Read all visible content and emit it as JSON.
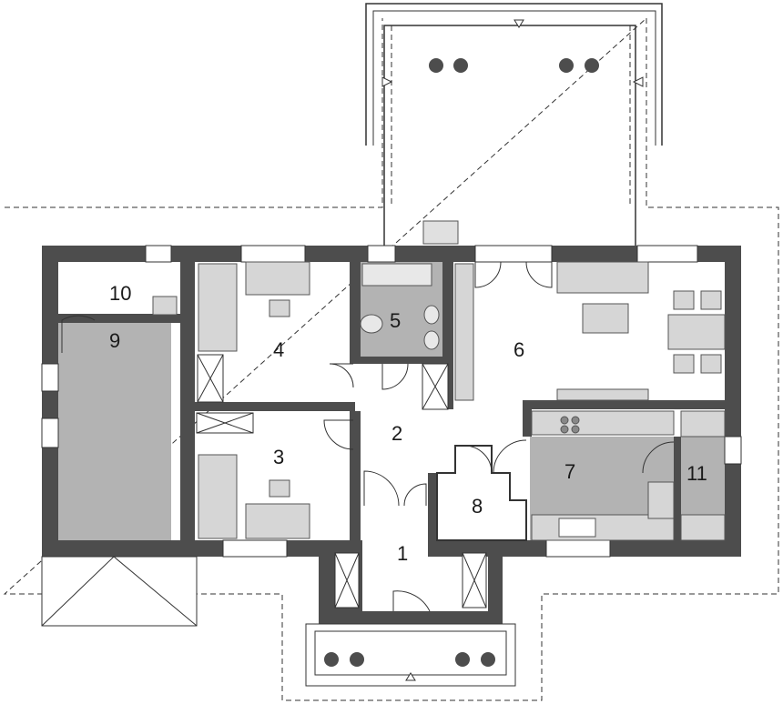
{
  "rooms": {
    "r1": "1",
    "r2": "2",
    "r3": "3",
    "r4": "4",
    "r5": "5",
    "r6": "6",
    "r7": "7",
    "r8": "8",
    "r9": "9",
    "r10": "10",
    "r11": "11"
  },
  "colors": {
    "wall": "#4d4d4d",
    "floor_gray": "#b3b3b3",
    "furniture_gray": "#d6d6d6",
    "line": "#333333"
  }
}
